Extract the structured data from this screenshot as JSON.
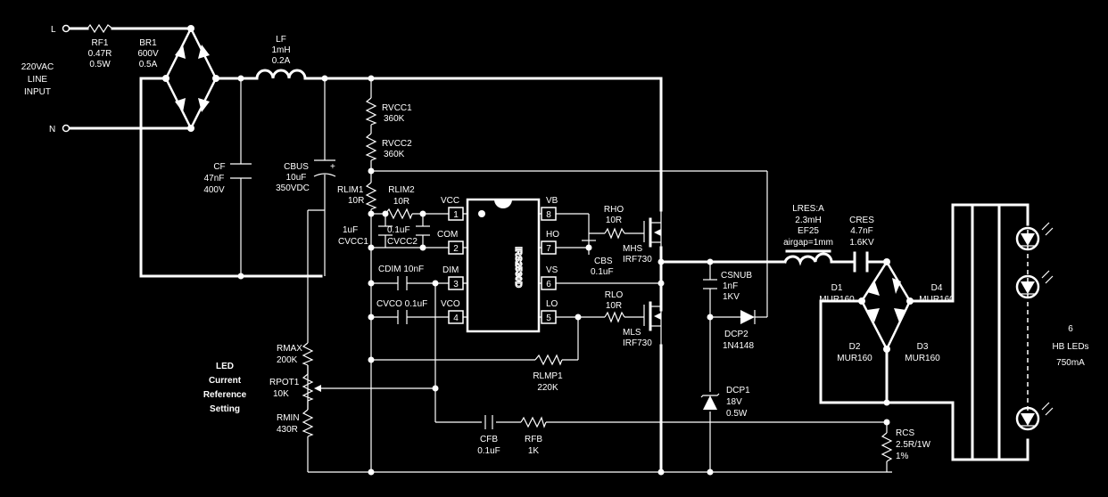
{
  "input": {
    "voltage": "220VAC",
    "line": "LINE",
    "input": "INPUT",
    "l": "L",
    "n": "N"
  },
  "rf1": {
    "name": "RF1",
    "v1": "0.47R",
    "v2": "0.5W"
  },
  "br1": {
    "name": "BR1",
    "v1": "600V",
    "v2": "0.5A"
  },
  "lf": {
    "name": "LF",
    "v1": "1mH",
    "v2": "0.2A"
  },
  "cf": {
    "name": "CF",
    "v1": "47nF",
    "v2": "400V"
  },
  "cbus": {
    "name": "CBUS",
    "v1": "10uF",
    "v2": "350VDC",
    "plus": "+"
  },
  "rvcc1": {
    "name": "RVCC1",
    "v1": "360K"
  },
  "rvcc2": {
    "name": "RVCC2",
    "v1": "360K"
  },
  "rlim1": {
    "name": "RLIM1",
    "v1": "10R"
  },
  "rlim2": {
    "name": "RLIM2",
    "v1": "10R"
  },
  "cvcc1": {
    "v1": "1uF",
    "name": "CVCC1"
  },
  "cvcc2": {
    "v1": "0.1uF",
    "name": "CVCC2"
  },
  "cdim": {
    "label": "CDIM 10nF"
  },
  "cvco": {
    "label": "CVCO 0.1uF"
  },
  "ic": {
    "name": "IRS2530D",
    "pins": [
      {
        "num": "1",
        "name": "VCC"
      },
      {
        "num": "2",
        "name": "COM"
      },
      {
        "num": "3",
        "name": "DIM"
      },
      {
        "num": "4",
        "name": "VCO"
      },
      {
        "num": "5",
        "name": "LO"
      },
      {
        "num": "6",
        "name": "VS"
      },
      {
        "num": "7",
        "name": "HO"
      },
      {
        "num": "8",
        "name": "VB"
      }
    ]
  },
  "rho": {
    "name": "RHO",
    "v1": "10R"
  },
  "cbs": {
    "name": "CBS",
    "v1": "0.1uF"
  },
  "mhs": {
    "name": "MHS",
    "v1": "IRF730"
  },
  "rlo": {
    "name": "RLO",
    "v1": "10R"
  },
  "mls": {
    "name": "MLS",
    "v1": "IRF730"
  },
  "rlmp1": {
    "name": "RLMP1",
    "v1": "220K"
  },
  "csnub": {
    "name": "CSNUB",
    "v1": "1nF",
    "v2": "1KV"
  },
  "dcp2": {
    "name": "DCP2",
    "v1": "1N4148"
  },
  "dcp1": {
    "name": "DCP1",
    "v1": "18V",
    "v2": "0.5W"
  },
  "lres": {
    "name": "LRES:A",
    "v1": "2.3mH",
    "v2": "EF25",
    "v3": "airgap=1mm"
  },
  "cres": {
    "name": "CRES",
    "v1": "4.7nF",
    "v2": "1.6KV"
  },
  "d1": {
    "name": "D1",
    "v1": "MUR160"
  },
  "d2": {
    "name": "D2",
    "v1": "MUR160"
  },
  "d3": {
    "name": "D3",
    "v1": "MUR160"
  },
  "d4": {
    "name": "D4",
    "v1": "MUR160"
  },
  "leds": {
    "count": "6",
    "type": "HB LEDs",
    "current": "750mA"
  },
  "rcs": {
    "name": "RCS",
    "v1": "2.5R/1W",
    "v2": "1%"
  },
  "rmax": {
    "name": "RMAX",
    "v1": "200K"
  },
  "rpot1": {
    "name": "RPOT1",
    "v1": "10K"
  },
  "rmin": {
    "name": "RMIN",
    "v1": "430R"
  },
  "ref_note": {
    "l1": "LED",
    "l2": "Current",
    "l3": "Reference",
    "l4": "Setting"
  },
  "cfb": {
    "name": "CFB",
    "v1": "0.1uF"
  },
  "rfb": {
    "name": "RFB",
    "v1": "1K"
  }
}
